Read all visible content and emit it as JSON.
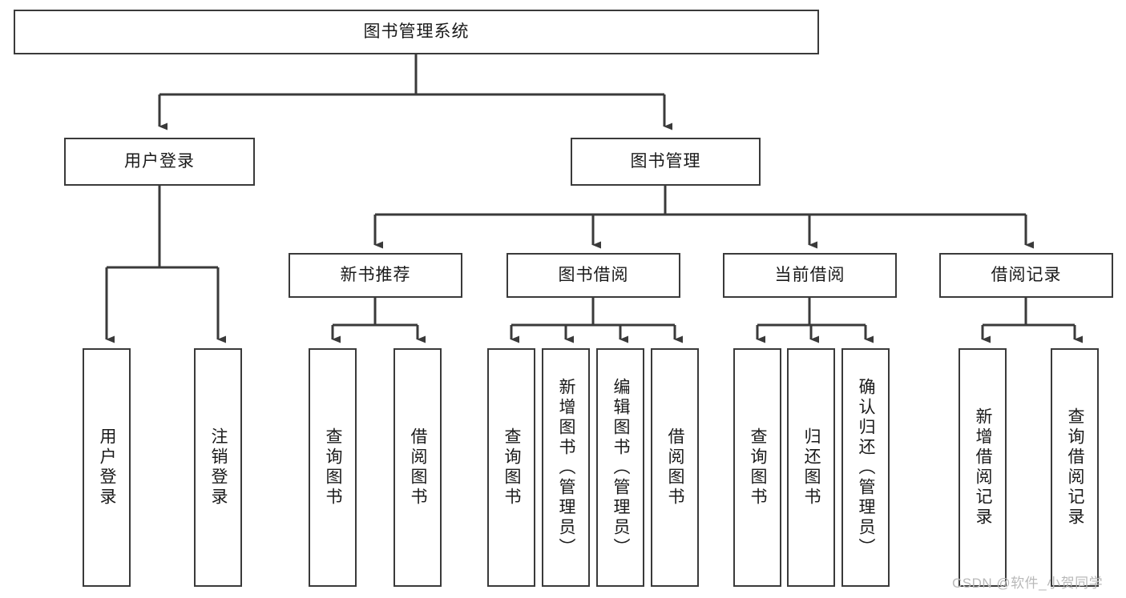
{
  "diagram": {
    "title": "图书管理系统",
    "type": "hierarchy-tree",
    "root": {
      "label": "图书管理系统"
    },
    "level2": [
      {
        "label": "用户登录"
      },
      {
        "label": "图书管理"
      }
    ],
    "level3": [
      {
        "label": "新书推荐",
        "parent": "图书管理"
      },
      {
        "label": "图书借阅",
        "parent": "图书管理"
      },
      {
        "label": "当前借阅",
        "parent": "图书管理"
      },
      {
        "label": "借阅记录",
        "parent": "图书管理"
      }
    ],
    "leaves": {
      "user_login": [
        {
          "label": "用户登录"
        },
        {
          "label": "注销登录"
        }
      ],
      "new_book_recommend": [
        {
          "label": "查询图书"
        },
        {
          "label": "借阅图书"
        }
      ],
      "book_borrow": [
        {
          "label": "查询图书"
        },
        {
          "label": "新增图书（管理员）"
        },
        {
          "label": "编辑图书（管理员）"
        },
        {
          "label": "借阅图书"
        }
      ],
      "current_borrow": [
        {
          "label": "查询图书"
        },
        {
          "label": "归还图书"
        },
        {
          "label": "确认归还（管理员）"
        }
      ],
      "borrow_record": [
        {
          "label": "新增借阅记录"
        },
        {
          "label": "查询借阅记录"
        }
      ]
    }
  },
  "watermark": {
    "text": "CSDN @软件_小贺同学"
  },
  "colors": {
    "stroke": "#3a3a3a",
    "background": "#ffffff",
    "text": "#1a1a1a",
    "watermark": "#b9b9b9"
  }
}
